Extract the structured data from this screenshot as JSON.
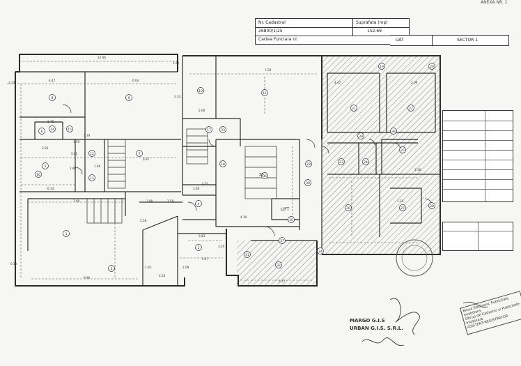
{
  "header": {
    "corner_ref": "ANEXA NR. 1",
    "nr_cadastral_label": "Nr. Cadastral",
    "suprafata_label": "Suprafata (mp)",
    "nr_cadastral_value": "26800/1/25",
    "suprafata_value": "152.69",
    "carte_funciara_label": "Cartea Funciara nr.",
    "uat_label": "UAT",
    "sector_label": "SECTOR 1"
  },
  "plan": {
    "lift_label": "LIFT",
    "stair_number": "36",
    "rooms": [
      "1",
      "2",
      "3",
      "4",
      "5",
      "6",
      "7",
      "8",
      "9",
      "10",
      "11",
      "12",
      "13",
      "14",
      "15",
      "16",
      "17",
      "18",
      "19",
      "20",
      "21",
      "22",
      "23",
      "24",
      "25",
      "26",
      "27",
      "28",
      "29",
      "30",
      "31",
      "32",
      "33",
      "34",
      "35",
      "36",
      "37",
      "38",
      "39"
    ],
    "dims": [
      "12.06",
      "1.90",
      "4.47",
      "6.04",
      "2.33",
      "7.29",
      "2.60",
      "1.13",
      "3.79",
      "2.75",
      "1.59",
      "2.93",
      "2.62",
      "1.66",
      "6.97",
      "1.80",
      "6.14",
      "2.60",
      "4.01",
      "7.69",
      "1.80",
      "2.58",
      "2.58",
      "3.83",
      "4.30",
      "5.47",
      "2.09",
      "2.53",
      "1.91",
      "9.90",
      "3.20",
      "5.17",
      "0.10",
      "1.15",
      "4.47",
      "2.09",
      "3.16"
    ]
  },
  "stamps": {
    "company_line1": "MARGO G.I.S",
    "company_line2": "URBAN G.I.S. S.R.L.",
    "oficiu_line1": "Biroul Electronic Publicitate Imobiliara",
    "oficiu_line2": "Oficiul de Cadastru si Publicitate Imobiliara",
    "oficiu_line3": "ASISTENT-REGISTRATOR"
  },
  "colors": {
    "line": "#2a2a2a",
    "hatch": "#8a8a8a",
    "paper": "#f6f6f4"
  }
}
